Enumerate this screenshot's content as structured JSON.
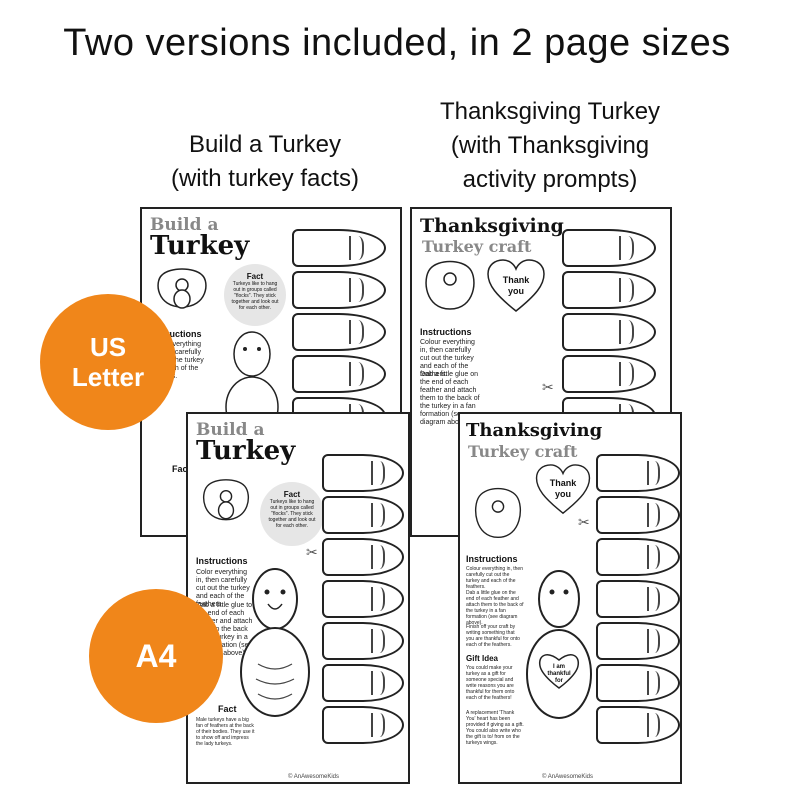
{
  "headline": "Two versions included, in 2 page sizes",
  "captions": {
    "left": [
      "Build a Turkey",
      "(with turkey facts)"
    ],
    "right": [
      "Thanksgiving Turkey",
      "(with Thanksgiving",
      "activity prompts)"
    ]
  },
  "badges": {
    "us": [
      "US",
      "Letter"
    ],
    "a4": "A4"
  },
  "build_sheet": {
    "title_top": "Build a",
    "title_main": "Turkey",
    "fact_label": "Fact",
    "fact_text": "Turkeys like to hang out in groups called \"flocks\". They stick together and look out for each other.",
    "instructions_label": "Instructions",
    "instructions_1": "Color everything in, then carefully cut out the turkey and each of the feathers.",
    "instructions_2": "Dab a little glue to the end of each feather and attach them to the back of the turkey in a fan formation (see diagram above).",
    "fact2_label": "Fact",
    "fact2_text": "Male turkeys have a big fan of feathers at the back of their bodies. They use it to show off and impress the lady turkeys.",
    "footer": "© AnAwesomeKids"
  },
  "thanks_sheet": {
    "title_main": "Thanksgiving",
    "title_sub": "Turkey craft",
    "heart_text": [
      "Thank",
      "you"
    ],
    "instructions_label": "Instructions",
    "instructions_1": "Colour everything in, then carefully cut out the turkey and each of the feathers.",
    "instructions_2": "Dab a little glue on the end of each feather and attach them to the back of the turkey in a fan formation (see diagram above).",
    "instructions_3": "Finish off your craft by writing something that you are thankful for onto each of the feathers.",
    "gift_label": "Gift Idea",
    "gift_text": "You could make your turkey as a gift for someone special and write reasons you are thankful for them onto each of the feathers!",
    "gift_text_2": "A replacement 'Thank You' heart has been provided if giving as a gift. You could also write who the gift is to/ from on the turkeys wings.",
    "belly_text": [
      "I am",
      "thankful",
      "for"
    ],
    "footer": "© AnAwesomeKids"
  },
  "colors": {
    "badge": "#f0861a"
  }
}
